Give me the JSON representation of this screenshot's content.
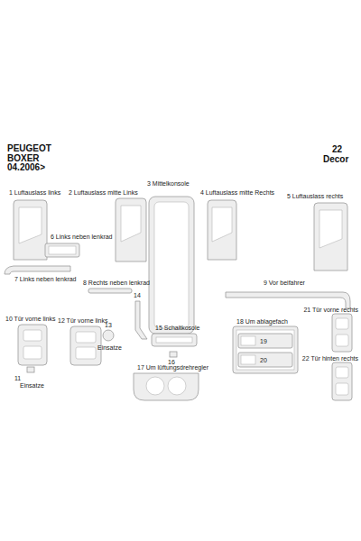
{
  "diagram": {
    "title": "PEUGEOT BOXER 04.2006>",
    "labels": [
      "22",
      "Decor",
      "1 Luftauslass links",
      "2 Luftauslass mitte Links",
      "3 Mittelkonsole",
      "4 Luftauslass mitte Rechts",
      "5 Luftauslass rechts",
      "6 Links neben lenkrad",
      "7 Links neben lenkrad",
      "8 Rechts neben lenkrad",
      "14",
      "9 Vor beifahrer",
      "10 Tür vorne links",
      "12 Tür vorne links",
      "13",
      "Einsatze",
      "11",
      "Einsatze",
      "15 Schaltkosole",
      "16",
      "17 Um lüftungsdrehregler",
      "18 Um ablagefach",
      "19",
      "20",
      "21 Tür vorne rechts",
      "22 Tür hinten rechts"
    ]
  }
}
